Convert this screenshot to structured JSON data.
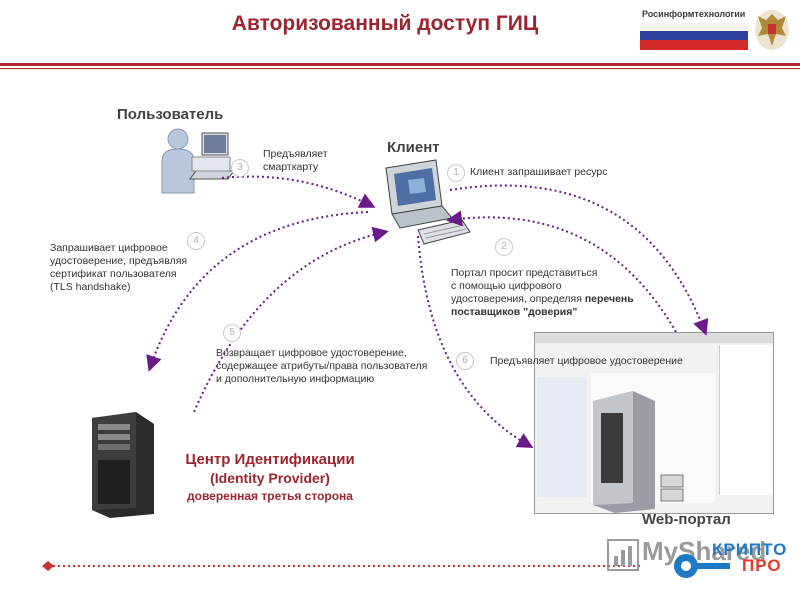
{
  "header": {
    "title": "Авторизованный доступ ГИЦ",
    "brand": "Росинформтехнологии"
  },
  "actors": {
    "user": "Пользователь",
    "client": "Клиент",
    "web_portal": "Web-портал",
    "idp": {
      "line1": "Центр Идентификации",
      "line2": "(Identity Provider)",
      "line3": "доверенная третья сторона"
    }
  },
  "steps": [
    {
      "num": "1",
      "text": [
        "Клиент запрашивает ресурс"
      ]
    },
    {
      "num": "2",
      "text": [
        "Портал просит представиться",
        "с помощью цифрового",
        "удостоверения, определяя",
        "поставщиков \"доверия\""
      ],
      "bold_inline": "перечень"
    },
    {
      "num": "3",
      "text": [
        "Предъявляет",
        "смарткарту"
      ]
    },
    {
      "num": "4",
      "text": [
        "Запрашивает цифровое",
        "удостоверение, предъявляя",
        "сертификат пользователя",
        "(TLS handshake)"
      ]
    },
    {
      "num": "5",
      "text": [
        "Возвращает цифровое удостоверение,",
        "содержащее атрибуты/права пользователя",
        "и дополнительную информацию"
      ]
    },
    {
      "num": "6",
      "text": [
        "Предъявляет цифровое удостоверение"
      ]
    }
  ],
  "watermark": {
    "text": "MyShared",
    "logo_line1": "КРИПТО",
    "logo_line2": "ПРО"
  },
  "colors": {
    "accent": "#9b2530",
    "arrow": "#6b1a8a",
    "rule": "#b3262f"
  }
}
